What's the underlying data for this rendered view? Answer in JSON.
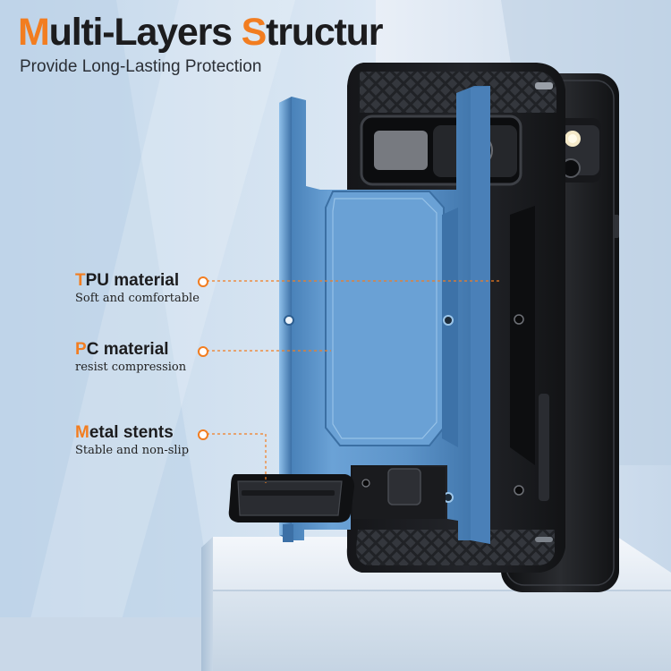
{
  "headline": {
    "first_letter": "M",
    "part1": "ulti-Layers ",
    "second_letter": "S",
    "part2": "tructur"
  },
  "subheadline": "Provide Long-Lasting Protection",
  "features": [
    {
      "first_letter": "T",
      "rest": "PU material",
      "description": "Soft and comfortable"
    },
    {
      "first_letter": "P",
      "rest": "C material",
      "description": "resist compression"
    },
    {
      "first_letter": "M",
      "rest": "etal stents",
      "description": "Stable and non-slip"
    }
  ],
  "colors": {
    "accent": "#f27d20",
    "metal_frame": "#5b92c6",
    "tpu_case": "#1b1c1f",
    "background": "#d9e6f2"
  },
  "icons": {
    "leader_marker": "circle-outline",
    "kickstand": "kickstand"
  }
}
